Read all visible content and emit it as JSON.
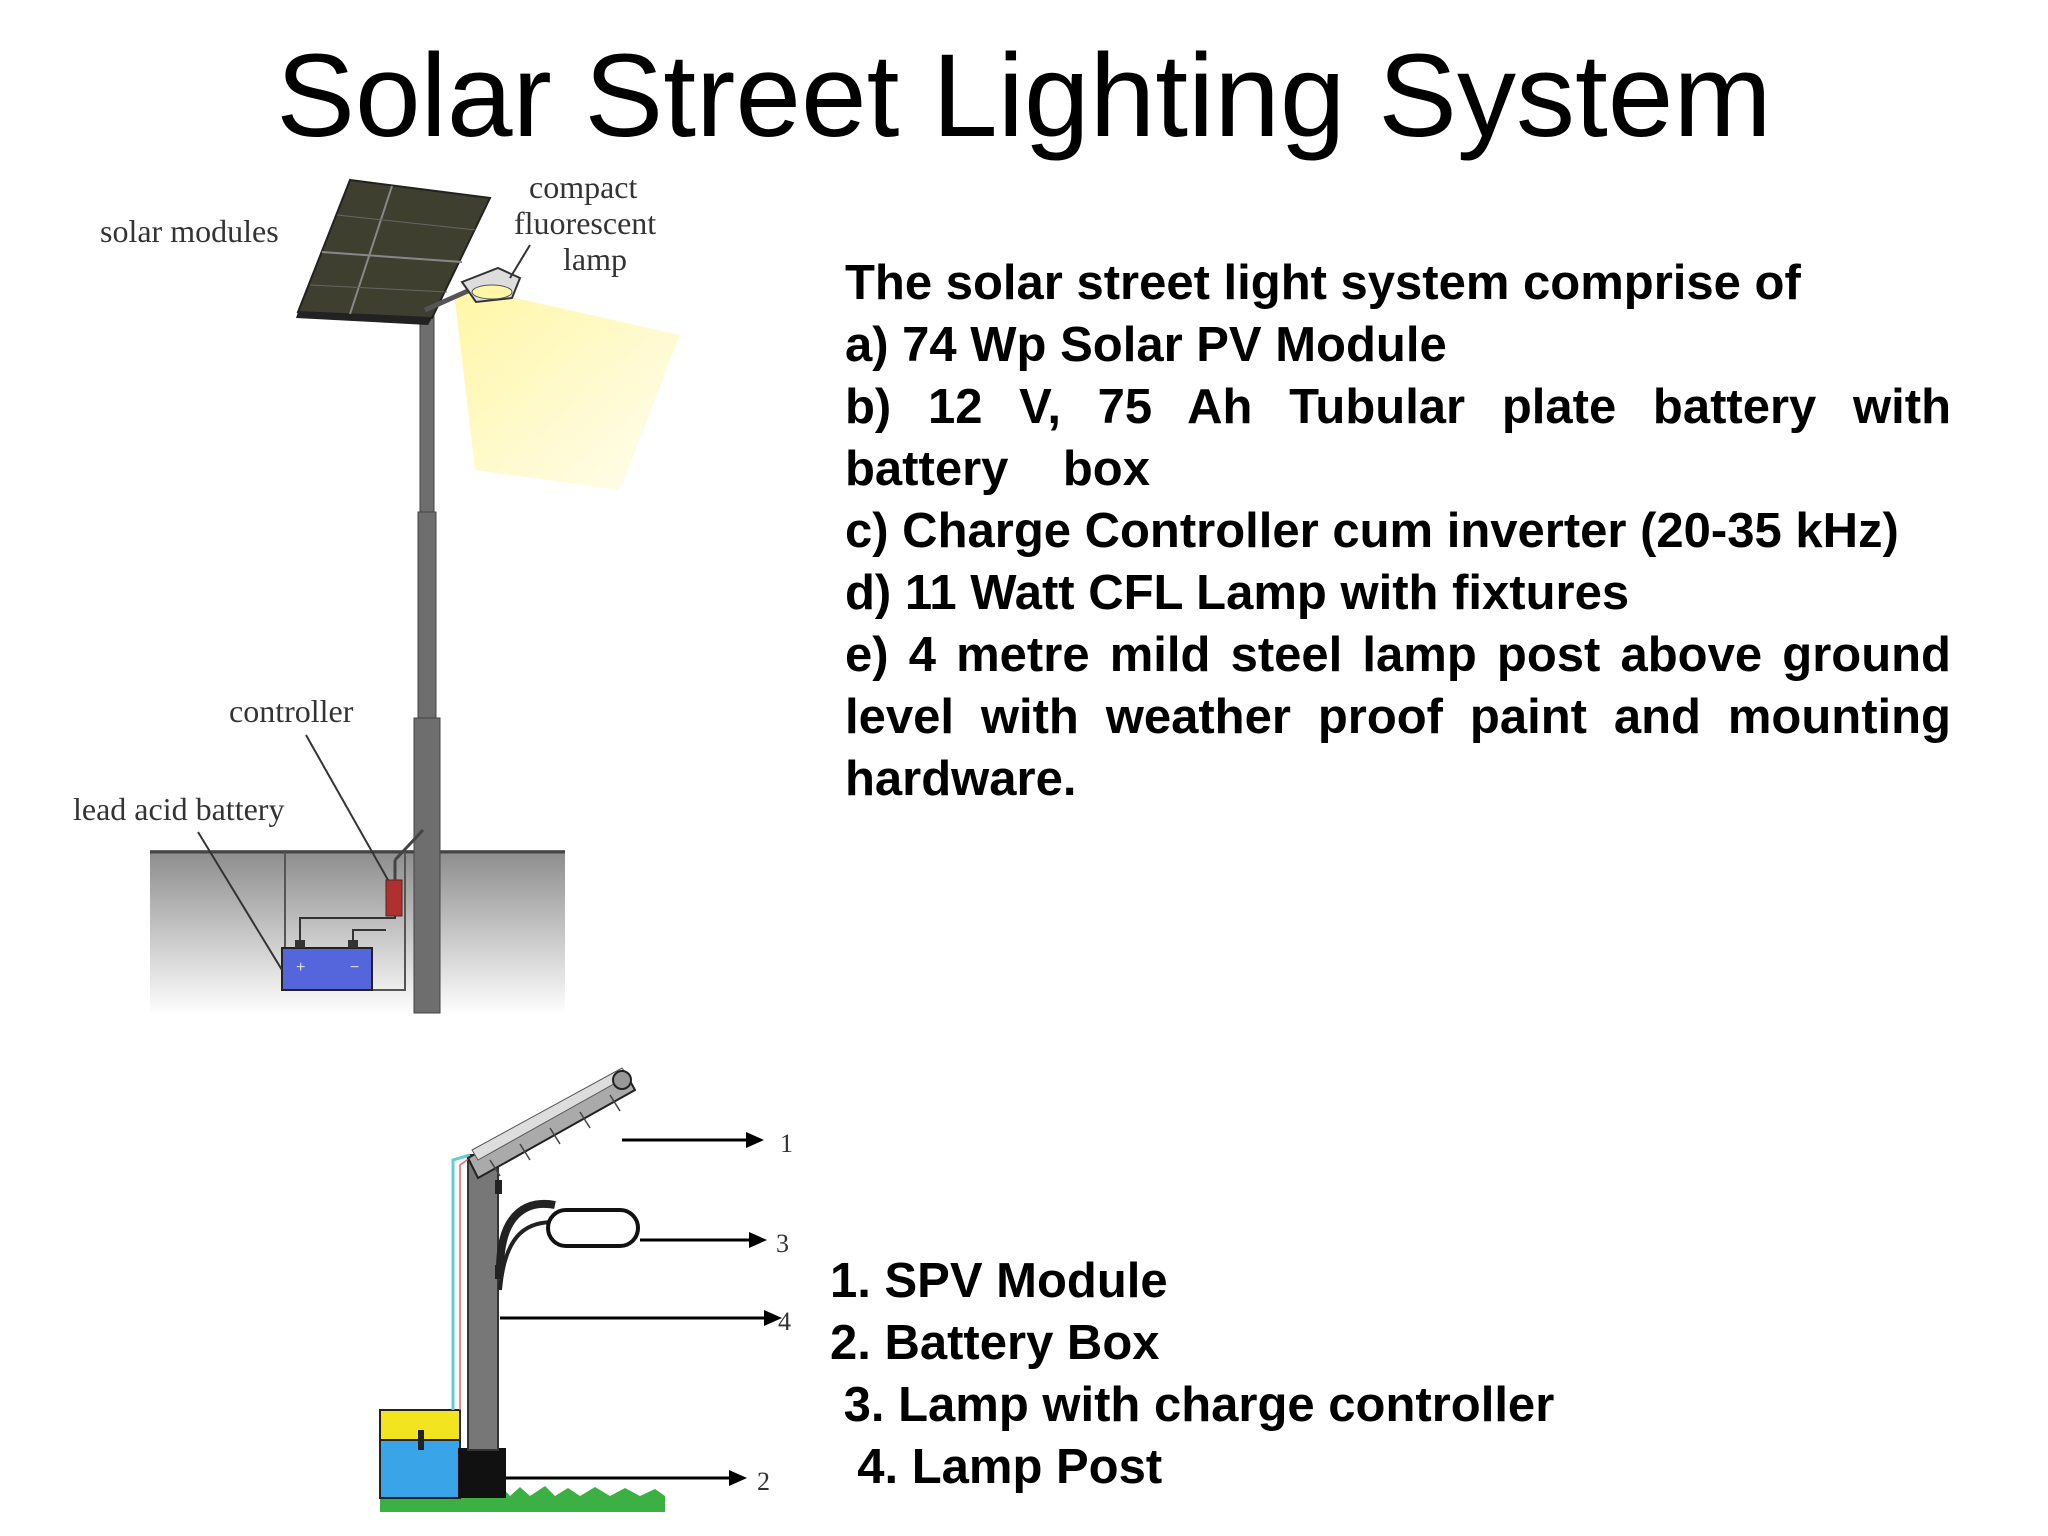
{
  "title": "Solar Street Lighting System",
  "top_diagram": {
    "labels": {
      "solar_modules": "solar modules",
      "compact_line1": "compact",
      "compact_line2": "fluorescent",
      "compact_line3": "lamp",
      "controller": "controller",
      "lead_acid_battery": "lead acid battery"
    }
  },
  "bottom_diagram": {
    "callouts": [
      "1",
      "3",
      "4",
      "2"
    ]
  },
  "description": {
    "intro": "The solar street light system comprise of",
    "item_a": "a) 74 Wp Solar PV Module",
    "item_b_line1": "b) 12 V, 75 Ah Tubular plate battery with",
    "item_b_line2": "battery    box",
    "item_c": "c) Charge Controller cum inverter (20-35 kHz)",
    "item_d": "d) 11 Watt CFL Lamp with fixtures",
    "item_e": "e) 4 metre mild steel lamp post above ground level with weather proof paint and mounting hardware."
  },
  "legend": {
    "item1": "1. SPV Module",
    "item2": "2. Battery Box",
    "item3": " 3. Lamp with charge controller",
    "item4": "  4. Lamp Post"
  },
  "colors": {
    "panel": "#3f3f30",
    "pole": "#6e6e6e",
    "light_cone": "#fffbc2",
    "battery_blue": "#5566dd",
    "controller_red": "#b03030",
    "battery_box_yellow": "#f2e41e",
    "battery_box_blue": "#3aa4e8",
    "grass": "#3cb043"
  }
}
